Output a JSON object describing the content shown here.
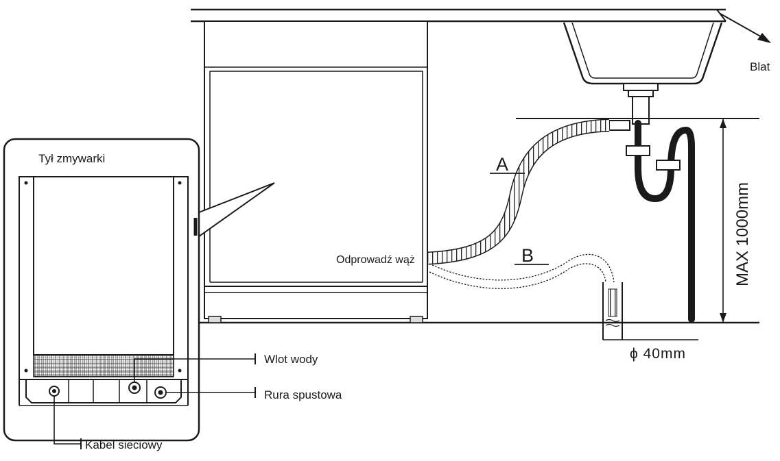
{
  "labels": {
    "countertop": "Blat",
    "rear_view": "Tył zmywarki",
    "hose_a": "A",
    "hose_b": "B",
    "drain_hose": "Odprowadź wąż",
    "max_height": "MAX 1000mm",
    "diameter": "ϕ 40mm",
    "water_inlet": "Wlot wody",
    "drain_pipe": "Rura spustowa",
    "power_cable": "Kabel sieciowy"
  }
}
